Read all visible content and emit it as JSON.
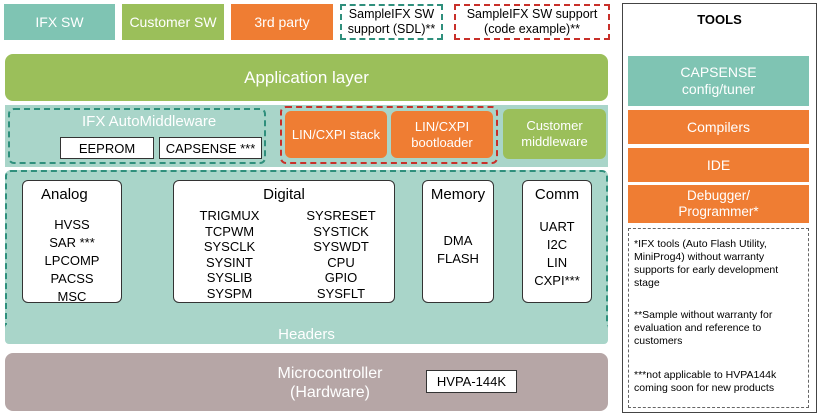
{
  "legend": {
    "ifx_sw": "IFX SW",
    "customer_sw": "Customer SW",
    "third_party": "3rd party",
    "sample_sdl": "SampleIFX SW support (SDL)**",
    "sample_code": "SampleIFX SW support (code example)**"
  },
  "application_layer": "Application layer",
  "automiddleware": {
    "title": "IFX AutoMiddleware",
    "eeprom": "EEPROM",
    "capsense": "CAPSENSE ***",
    "lin_stack": "LIN/CXPI stack",
    "lin_bootloader": "LIN/CXPI bootloader",
    "customer_middleware": "Customer middleware"
  },
  "analog": {
    "title": "Analog",
    "items": [
      "HVSS",
      "SAR ***",
      "LPCOMP",
      "PACSS",
      "MSC"
    ]
  },
  "digital": {
    "title": "Digital",
    "col1": [
      "TRIGMUX",
      "TCPWM",
      "SYSCLK",
      "SYSINT",
      "SYSLIB",
      "SYSPM"
    ],
    "col2": [
      "SYSRESET",
      "SYSTICK",
      "SYSWDT",
      "CPU",
      "GPIO",
      "SYSFLT"
    ]
  },
  "memory": {
    "title": "Memory",
    "items": [
      "DMA",
      "FLASH"
    ]
  },
  "comm": {
    "title": "Comm",
    "items": [
      "UART",
      "I2C",
      "LIN",
      "CXPI***"
    ]
  },
  "headers": "Headers",
  "microcontroller": {
    "line1": "Microcontroller",
    "line2": "(Hardware)",
    "chip": "HVPA-144K"
  },
  "tools": {
    "title": "TOOLS",
    "capsense": "CAPSENSE config/tuner",
    "compilers": "Compilers",
    "ide": "IDE",
    "debugger": "Debugger/ Programmer*"
  },
  "notes": {
    "note1": "*IFX tools (Auto Flash Utility, MiniProg4) without warranty supports for early development stage",
    "note2": "**Sample without warranty for evaluation and reference to customers",
    "note3": "***not applicable to HVPA144k coming soon for new products"
  },
  "colors": {
    "ifx_teal": "#7fc4b3",
    "customer_green": "#9bbf5a",
    "third_party_orange": "#ef7d33",
    "hardware_mauve": "#b6a6a6"
  }
}
